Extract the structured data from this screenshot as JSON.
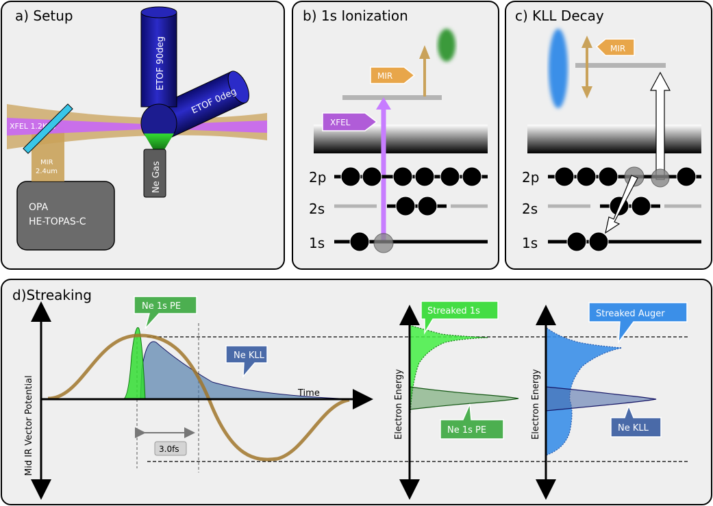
{
  "panels": {
    "a": {
      "title": "a) Setup"
    },
    "b": {
      "title": "b) 1s  Ionization"
    },
    "c": {
      "title": "c) KLL Decay"
    },
    "d": {
      "title": "d)Streaking"
    }
  },
  "setup": {
    "etof90": "ETOF 90deg",
    "etof0": "ETOF 0deg",
    "xfel": "XFEL 1.2KeV",
    "mir_line1": "MIR",
    "mir_line2": "2.4um",
    "ne_gas": "Ne Gas",
    "opa_line1": "OPA",
    "opa_line2": "HE-TOPAS-C"
  },
  "ionization": {
    "mir": "MIR",
    "xfel": "XFEL",
    "orbitals": [
      "2p",
      "2s",
      "1s"
    ]
  },
  "decay": {
    "mir": "MIR",
    "orbitals": [
      "2p",
      "2s",
      "1s"
    ]
  },
  "streaking": {
    "ylabel": "Mid IR Vector Potential",
    "xlabel": "Time",
    "ne1s_callout": "Ne 1s PE",
    "nekll_callout": "Ne KLL",
    "delay": "3.0fs",
    "energy_label_1": "Electron Energy",
    "energy_label_2": "Electron Energy",
    "streaked_1s": "Streaked 1s",
    "ne1s_spec": "Ne 1s PE",
    "streaked_auger": "Streaked Auger",
    "nekll_spec": "Ne KLL"
  },
  "colors": {
    "panel_bg": "#efefef",
    "green": "#4caf50",
    "bright_green": "#44ee44",
    "blue": "#4a6aa8",
    "light_blue": "#3b8fe8",
    "orange": "#e8a64a",
    "purple": "#b05cd8",
    "dark_blue": "#141496"
  }
}
